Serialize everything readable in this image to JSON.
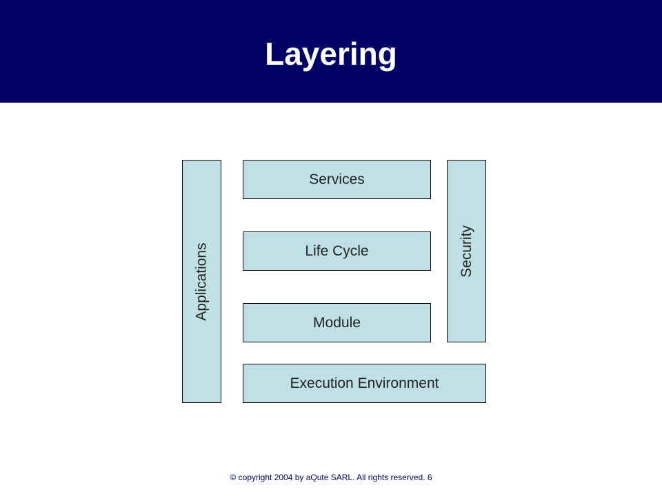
{
  "slide": {
    "title": "Layering",
    "footer": "© copyright 2004 by aQute SARL. All rights reserved. 6"
  },
  "diagram": {
    "services": "Services",
    "life_cycle": "Life Cycle",
    "module": "Module",
    "execution_environment": "Execution Environment",
    "applications": "Applications",
    "security": "Security"
  },
  "colors": {
    "header_background": "#000066",
    "box_fill": "#bfe0e4",
    "box_border": "#000000",
    "footer_text": "#000066"
  }
}
